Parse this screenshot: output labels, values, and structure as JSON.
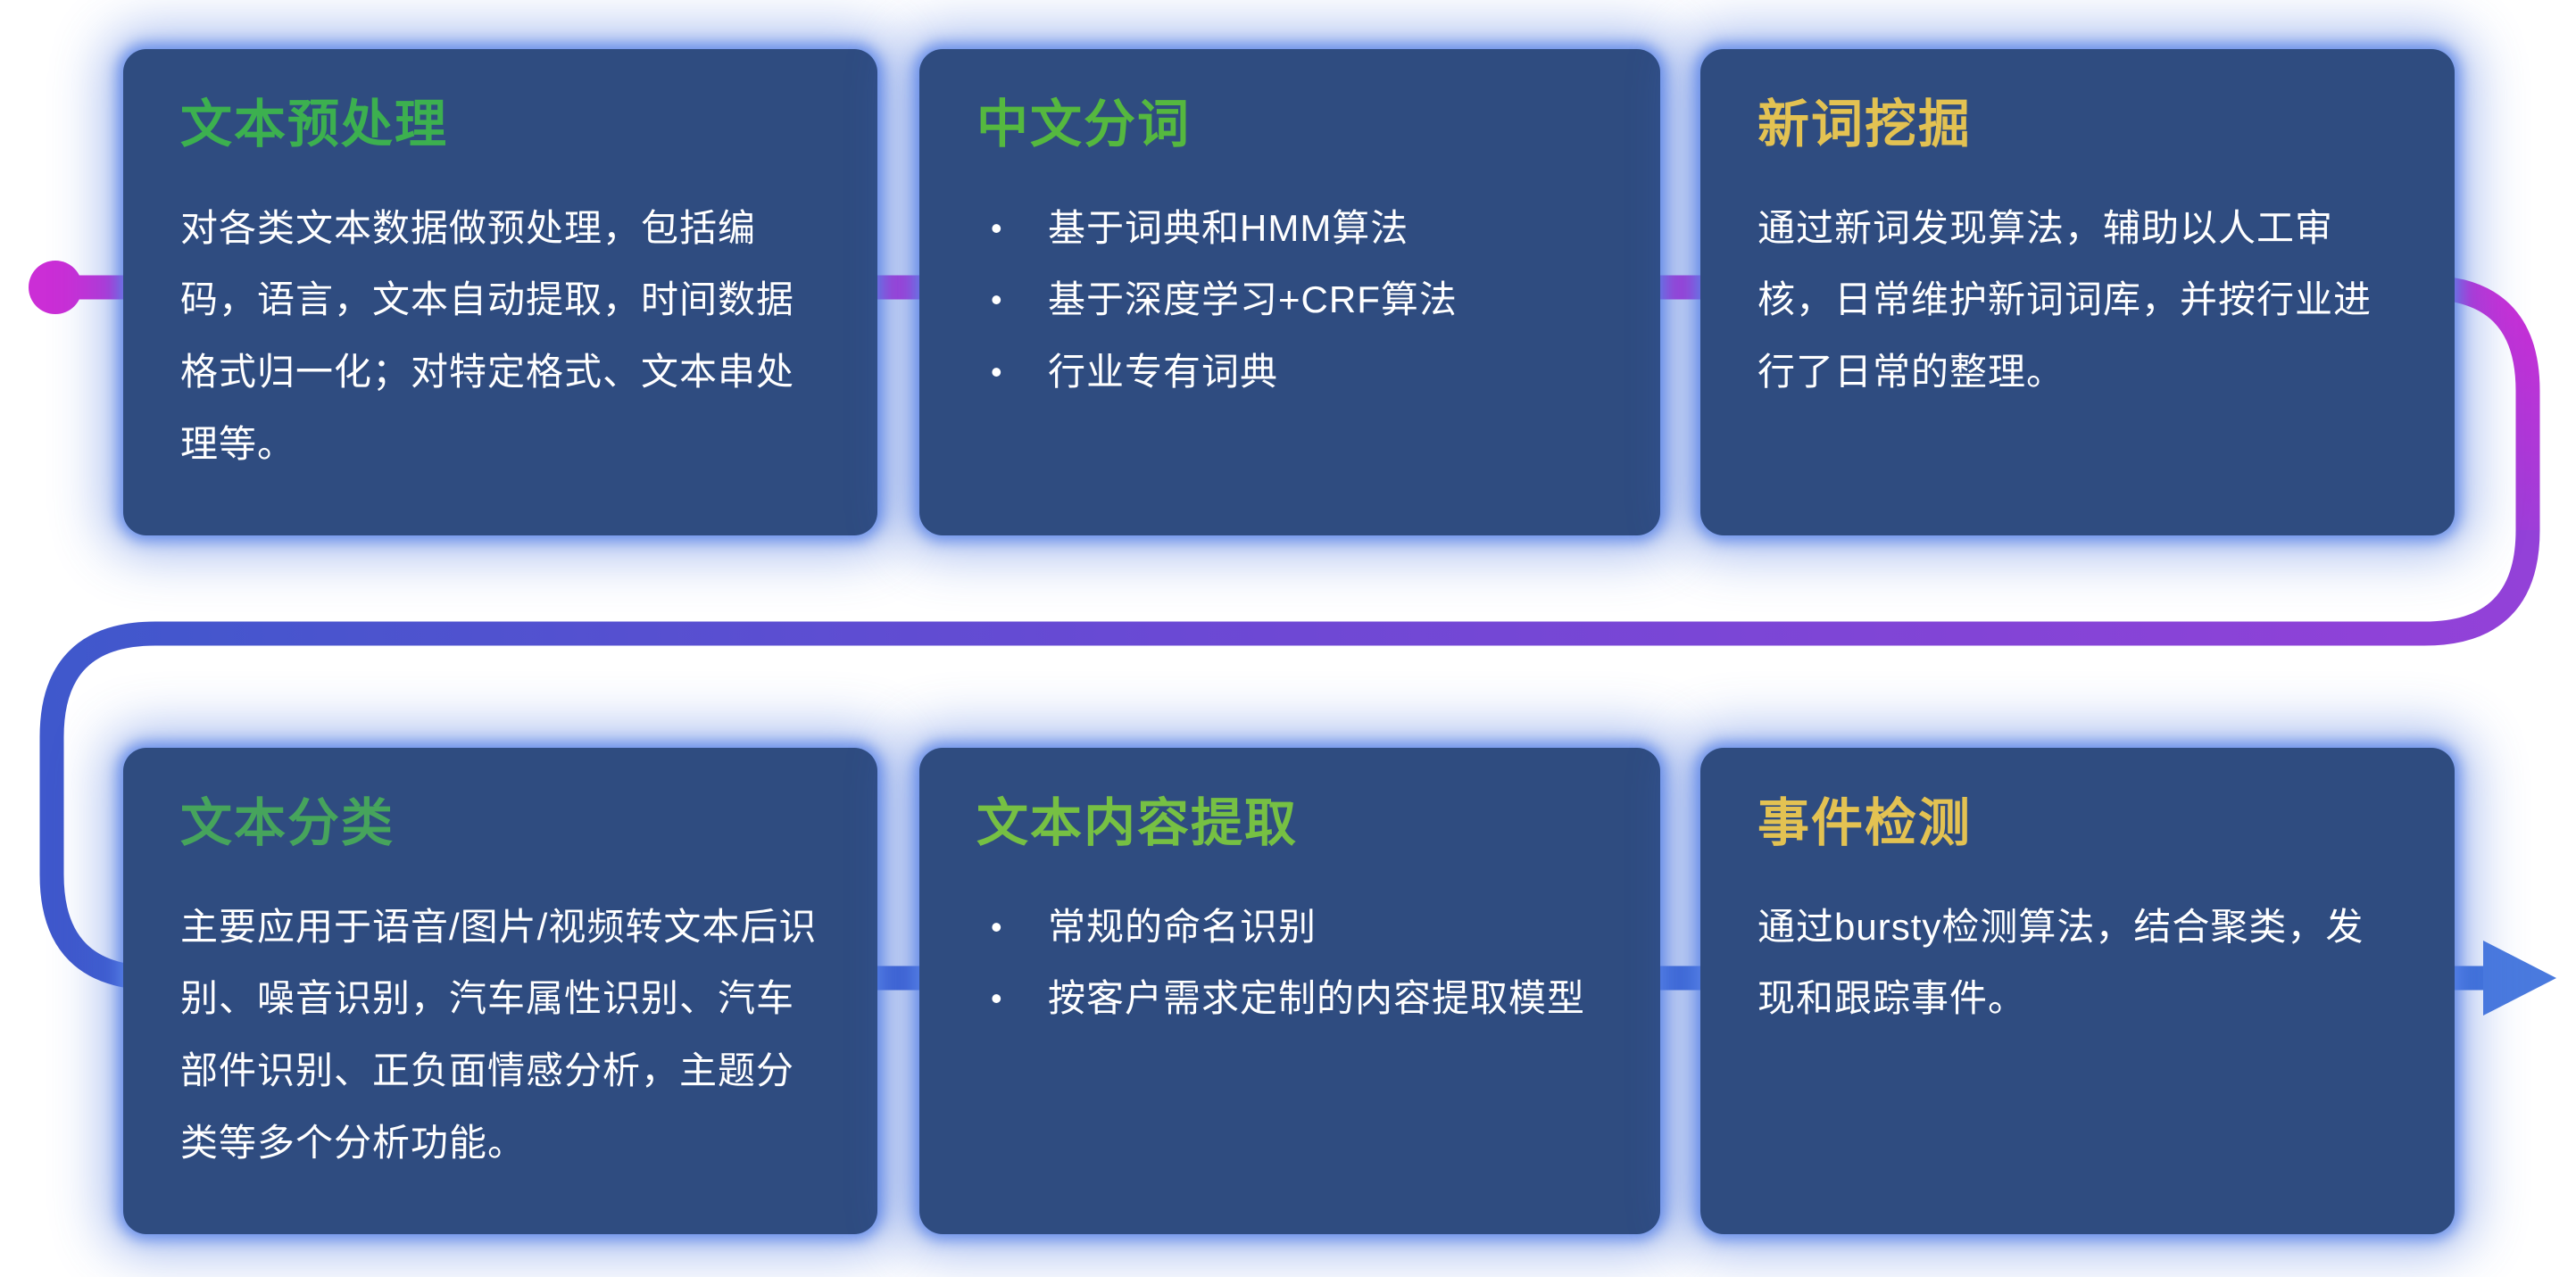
{
  "flow": {
    "start_dot_color": "#cb2ed6",
    "top_line_color": "#cb2ed6",
    "curve_purple_color": "#9341d8",
    "bottom_line_color_left": "#3f58cc",
    "bottom_line_color_right": "#4273da",
    "arrow_color": "#4a7ade"
  },
  "cards": [
    {
      "id": "text-preprocessing",
      "title": "文本预处理",
      "title_color": "#3cb04f",
      "type": "paragraph",
      "body": "对各类文本数据做预处理，包括编码，语言，文本自动提取，时间数据格式归一化；对特定格式、文本串处理等。"
    },
    {
      "id": "chinese-word-segmentation",
      "title": "中文分词",
      "title_color": "#55b83f",
      "type": "bullets",
      "bullets": [
        "基于词典和HMM算法",
        "基于深度学习+CRF算法",
        "行业专有词典"
      ]
    },
    {
      "id": "new-word-mining",
      "title": "新词挖掘",
      "title_color": "#e3c252",
      "type": "paragraph",
      "body": "通过新词发现算法，辅助以人工审核，日常维护新词词库，并按行业进行了日常的整理。"
    },
    {
      "id": "text-classification",
      "title": "文本分类",
      "title_color": "#46a45c",
      "type": "paragraph",
      "body": "主要应用于语音/图片/视频转文本后识别、噪音识别，汽车属性识别、汽车部件识别、正负面情感分析，主题分类等多个分析功能。"
    },
    {
      "id": "text-content-extraction",
      "title": "文本内容提取",
      "title_color": "#76c043",
      "type": "bullets",
      "bullets": [
        "常规的命名识别",
        "按客户需求定制的内容提取模型"
      ]
    },
    {
      "id": "event-detection",
      "title": "事件检测",
      "title_color": "#e3c252",
      "type": "paragraph",
      "body": "通过bursty检测算法，结合聚类，发现和跟踪事件。"
    }
  ],
  "bullet_marker": "•"
}
